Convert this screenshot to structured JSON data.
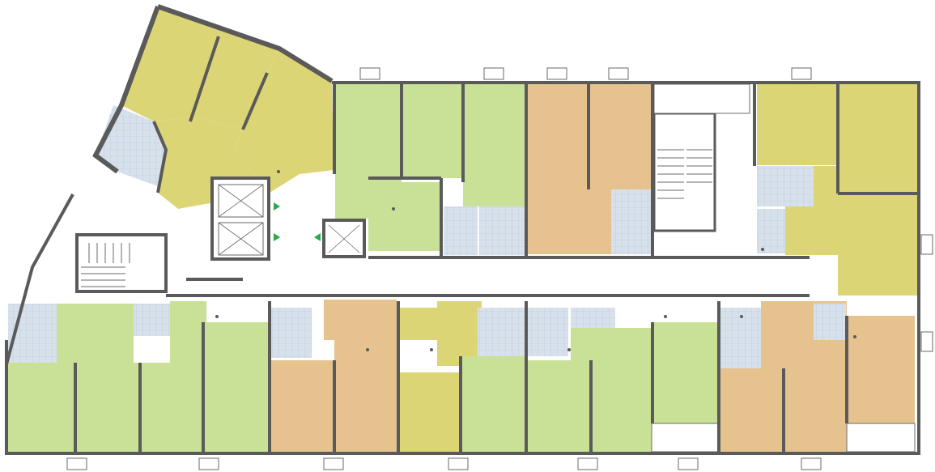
{
  "colors": {
    "green": "#c9e196",
    "yellow": "#dcd576",
    "orange": "#e6c38e",
    "wet": "#d7e1ec",
    "wall": "#5a5a5a",
    "corridor": "#ffffff",
    "outline": "#6a6a6a",
    "arrow": "#2aa84a"
  },
  "legend_note": "",
  "units": [
    {
      "id": "nw-yellow",
      "color": "yellow"
    },
    {
      "id": "top-green",
      "color": "green"
    },
    {
      "id": "top-orange",
      "color": "orange"
    },
    {
      "id": "ne-yellow",
      "color": "yellow"
    },
    {
      "id": "bottom-green-w",
      "color": "green"
    },
    {
      "id": "bottom-orange-1",
      "color": "orange"
    },
    {
      "id": "bottom-yellow",
      "color": "yellow"
    },
    {
      "id": "bottom-green-mid",
      "color": "green"
    },
    {
      "id": "bottom-green-e",
      "color": "green"
    },
    {
      "id": "bottom-orange-e",
      "color": "orange"
    }
  ]
}
